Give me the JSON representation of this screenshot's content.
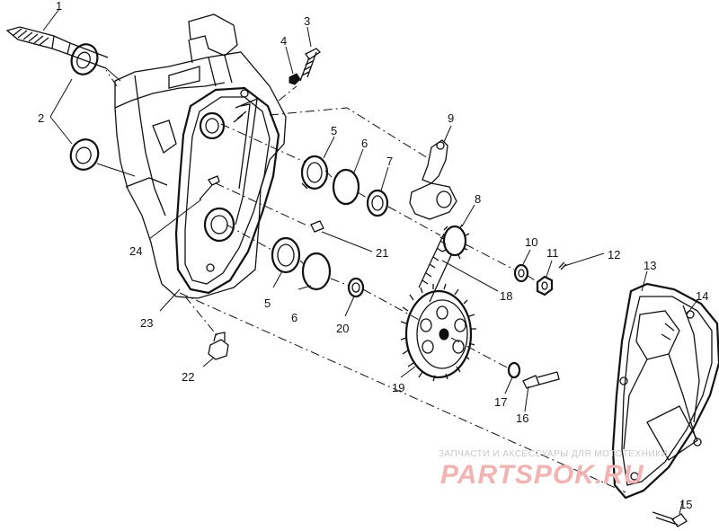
{
  "diagram": {
    "callouts": {
      "n1": "1",
      "n2": "2",
      "n3": "3",
      "n4": "4",
      "n5a": "5",
      "n5b": "5",
      "n6a": "6",
      "n6b": "6",
      "n7": "7",
      "n8": "8",
      "n9": "9",
      "n10": "10",
      "n11": "11",
      "n12": "12",
      "n13": "13",
      "n14": "14",
      "n15": "15",
      "n16": "16",
      "n17": "17",
      "n18": "18",
      "n19": "19",
      "n20": "20",
      "n21": "21",
      "n22": "22",
      "n23": "23",
      "n24": "24"
    }
  },
  "watermark": {
    "caption": "ЗАПЧАСТИ И АКСЕССУАРЫ ДЛЯ МОТОТЕХНИКИ",
    "logo": "PARTSPOK.RU",
    "logo_color": "#f2b3b3"
  }
}
